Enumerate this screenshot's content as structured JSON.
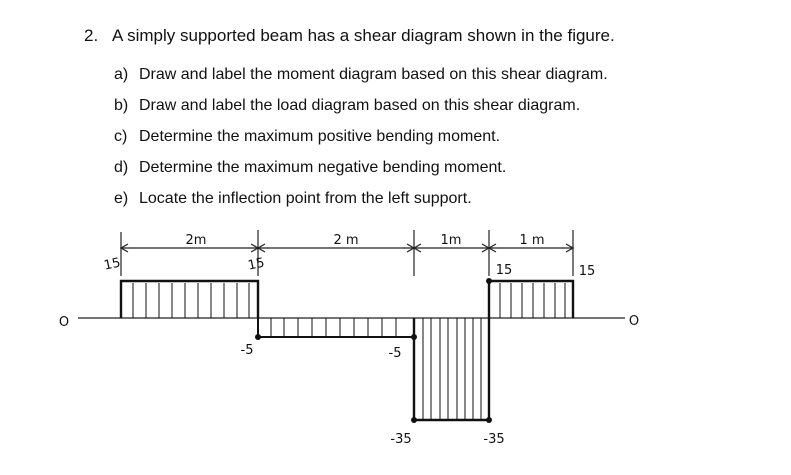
{
  "question": {
    "number": "2.",
    "text": "A simply supported beam has a shear diagram shown in the figure.",
    "parts": [
      {
        "label": "a)",
        "text": "Draw and label the moment diagram based on this shear diagram."
      },
      {
        "label": "b)",
        "text": "Draw and label the load diagram based on this shear diagram."
      },
      {
        "label": "c)",
        "text": "Determine the maximum positive bending moment."
      },
      {
        "label": "d)",
        "text": "Determine the maximum negative bending moment."
      },
      {
        "label": "e)",
        "text": "Locate the inflection point from the left support."
      }
    ]
  },
  "diagram": {
    "spans": [
      "2m",
      "2 m",
      "1m",
      "1 m"
    ],
    "axis_left_label": "O",
    "axis_right_label": "O",
    "value_labels": [
      "15",
      "15",
      "-5",
      "-5",
      "-35",
      "-35",
      "15",
      "15"
    ]
  }
}
